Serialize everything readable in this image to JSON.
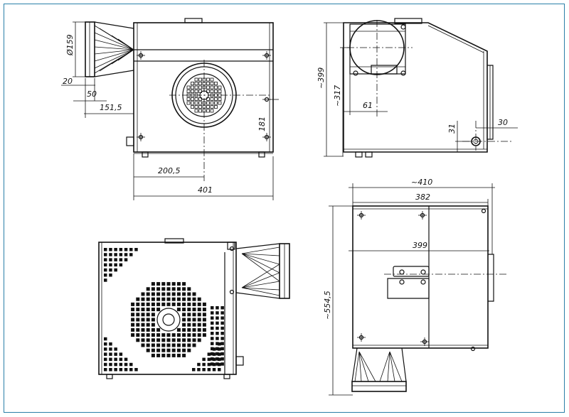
{
  "colors": {
    "frame": "#2a7fa8",
    "line": "#111111",
    "background": "#ffffff"
  },
  "views": {
    "front": {
      "dims": {
        "diameter": "Ø159",
        "flange": "20",
        "offset_50": "50",
        "offset_151": "151,5",
        "height_181": "181",
        "width_200": "200,5",
        "width_401": "401"
      }
    },
    "side": {
      "dims": {
        "height_399": "~399",
        "height_317": "~317",
        "width_61": "61",
        "height_31": "31",
        "width_30": "30"
      }
    },
    "top": {
      "dims": {
        "width_410": "~410",
        "width_382": "382",
        "width_399": "399",
        "height_554": "~554,5"
      }
    }
  }
}
